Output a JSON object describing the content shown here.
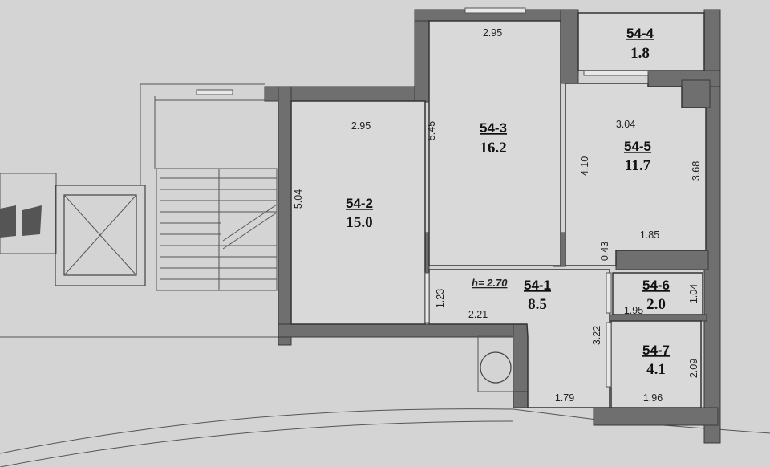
{
  "plan": {
    "ceiling_height": "h= 2.70",
    "rooms": [
      {
        "id": "54-1",
        "area": "8.5"
      },
      {
        "id": "54-2",
        "area": "15.0"
      },
      {
        "id": "54-3",
        "area": "16.2"
      },
      {
        "id": "54-4",
        "area": "1.8"
      },
      {
        "id": "54-5",
        "area": "11.7"
      },
      {
        "id": "54-6",
        "area": "2.0"
      },
      {
        "id": "54-7",
        "area": "4.1"
      }
    ],
    "dimensions": {
      "r2_width": "2.95",
      "r2_length": "5.04",
      "r3_width": "2.95",
      "r3_length": "5.45",
      "r5_width": "3.04",
      "r5_left": "4.10",
      "r5_right": "3.68",
      "r5_bottom": "1.85",
      "r5_step": "0.43",
      "r1_height": "1.23",
      "r1_width": "2.21",
      "r1_length": "3.22",
      "r1_bottom": "1.79",
      "r6_width": "1.95",
      "r6_height": "1.04",
      "r7_height": "2.09",
      "r7_width": "1.96"
    }
  }
}
